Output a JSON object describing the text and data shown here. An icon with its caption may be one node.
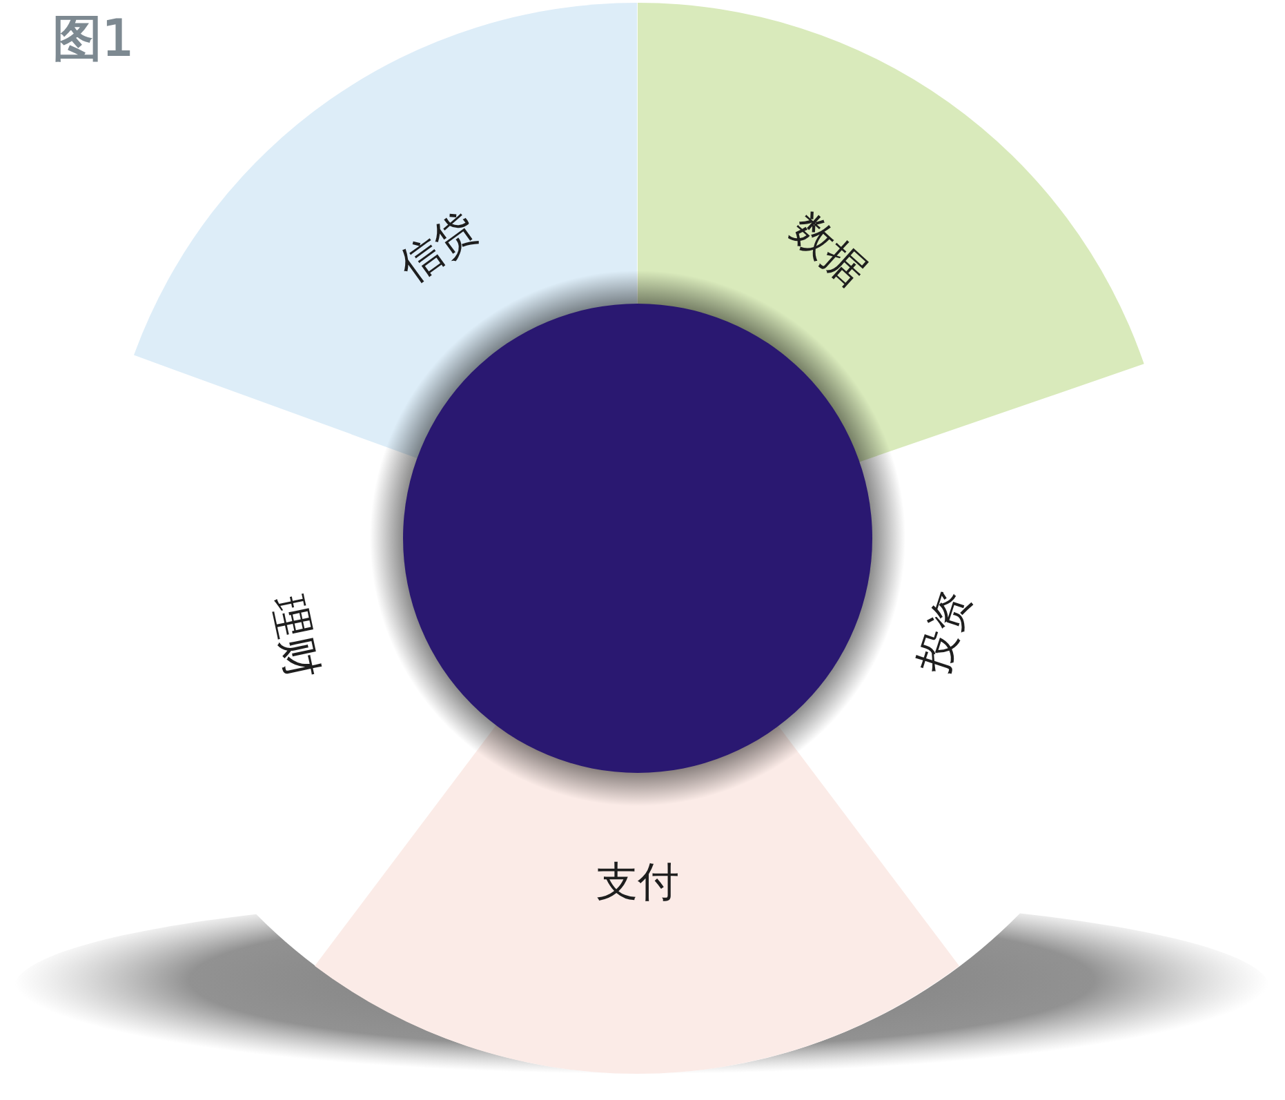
{
  "diagram": {
    "title": "图1",
    "nodes": [
      {
        "text": [
          "信贷"
        ]
      },
      {
        "text": [
          "数据"
        ]
      },
      {
        "text": [],
        "shape": "circle"
      },
      {
        "text": [
          "理财"
        ]
      },
      {
        "text": [
          "投资"
        ]
      },
      {
        "text": [
          "支付"
        ]
      }
    ]
  }
}
